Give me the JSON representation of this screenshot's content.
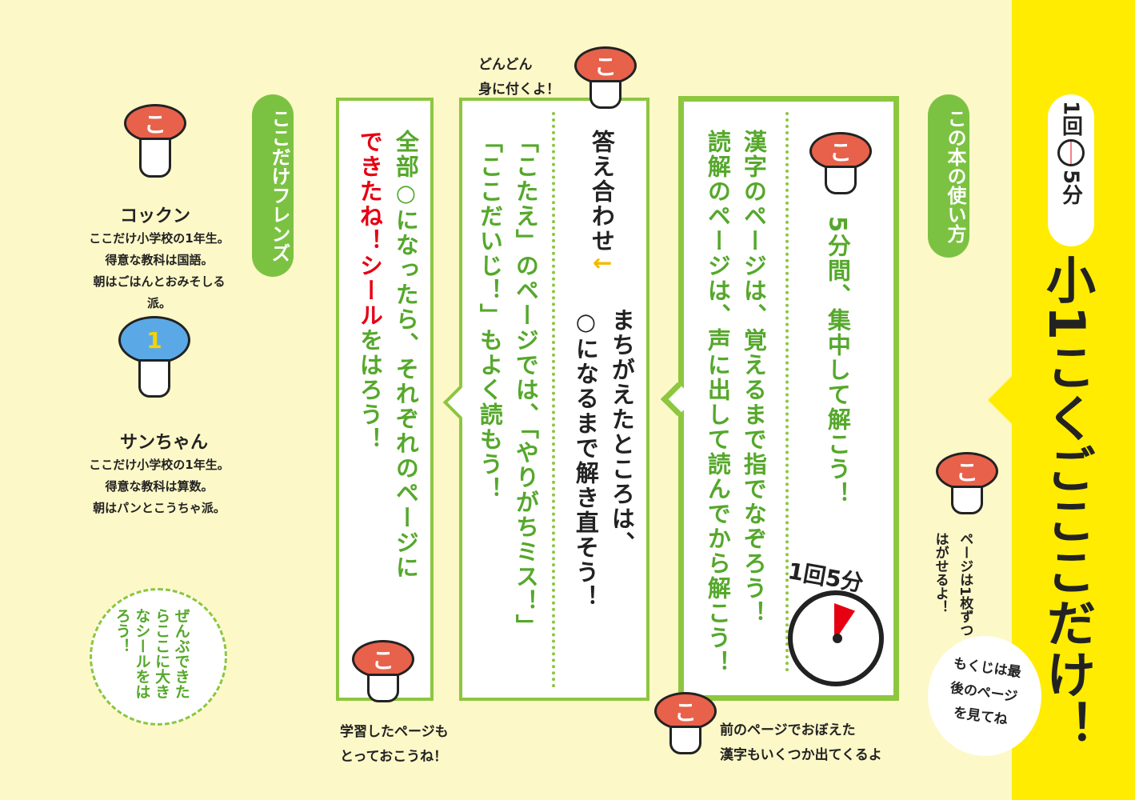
{
  "band": {
    "per_time": "1回",
    "minutes": "5分",
    "title": "小1こくごここだけ！"
  },
  "howto": {
    "label": "この本の使い方"
  },
  "panel1": {
    "lines": [
      "5分間、集中して解こう！",
      "漢字のページは、覚えるまで指でなぞろう！",
      "読解のページは、声に出して読んでから解こう！"
    ],
    "clock_label": "1回5分"
  },
  "panel2": {
    "heading": "答え合わせ",
    "arrow": "↓",
    "lines": [
      "まちがえたところは、",
      "○になるまで解き直そう！",
      "「こたえ」のページでは、「やりがちミス！」",
      "「ここだいじ！」もよく読もう！"
    ]
  },
  "panel3": {
    "line1": "全部○になったら、それぞれのページに",
    "sticker": "できたね！シール",
    "line2_rest": "をはろう！"
  },
  "friends": {
    "label": "ここだけフレンズ",
    "characters": [
      {
        "name": "コックン",
        "cap": "こ",
        "desc": [
          "ここだけ小学校の1年生。",
          "得意な教科は国語。",
          "朝はごはんとおみそしる派。"
        ]
      },
      {
        "name": "サンちゃん",
        "cap": "1",
        "desc": [
          "ここだけ小学校の1年生。",
          "得意な教科は算数。",
          "朝はパンとこうちゃ派。"
        ]
      }
    ]
  },
  "notes": {
    "top": "どんどん\n身に付くよ！",
    "peel": "ページは1枚ずつはがせるよ！",
    "toc": "もくじは最後のページを見てね",
    "prev": "前のページでおぼえた\n漢字もいくつか出てくるよ",
    "keep": "学習したページも\nとっておこうね！",
    "sticker_circle": "ぜんぶできたらここに大きなシールをはろう！"
  },
  "colors": {
    "green": "#8dc63f",
    "text_green": "#55a82b",
    "red": "#e60012",
    "yellow": "#ffec00"
  }
}
